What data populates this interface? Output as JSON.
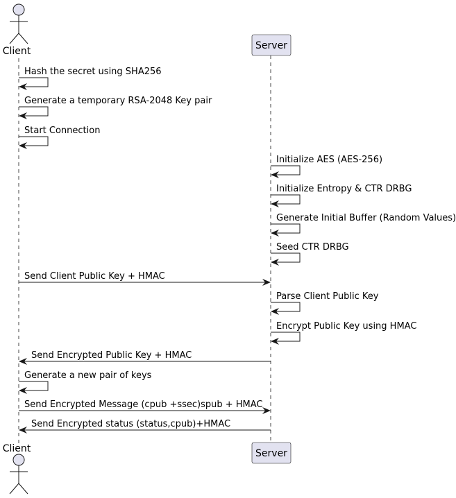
{
  "participants": {
    "client": {
      "label": "Client",
      "kind": "actor"
    },
    "server": {
      "label": "Server",
      "kind": "participant"
    }
  },
  "colors": {
    "participant_fill": "#E2E2F0",
    "participant_border": "#181818",
    "lifeline": "#181818",
    "arrow": "#181818",
    "text": "#000000"
  },
  "messages": [
    {
      "from": "client",
      "to": "client",
      "label": "Hash the secret using SHA256"
    },
    {
      "from": "client",
      "to": "client",
      "label": "Generate a temporary RSA-2048 Key pair"
    },
    {
      "from": "client",
      "to": "client",
      "label": "Start Connection"
    },
    {
      "from": "server",
      "to": "server",
      "label": "Initialize AES (AES-256)"
    },
    {
      "from": "server",
      "to": "server",
      "label": "Initialize Entropy & CTR DRBG"
    },
    {
      "from": "server",
      "to": "server",
      "label": "Generate Initial Buffer (Random Values)"
    },
    {
      "from": "server",
      "to": "server",
      "label": "Seed CTR DRBG"
    },
    {
      "from": "client",
      "to": "server",
      "label": "Send Client Public Key + HMAC"
    },
    {
      "from": "server",
      "to": "server",
      "label": "Parse Client Public Key"
    },
    {
      "from": "server",
      "to": "server",
      "label": "Encrypt Public Key using HMAC"
    },
    {
      "from": "server",
      "to": "client",
      "label": "Send Encrypted Public Key + HMAC"
    },
    {
      "from": "client",
      "to": "client",
      "label": "Generate a new pair of keys"
    },
    {
      "from": "client",
      "to": "server",
      "label": "Send Encrypted Message (cpub +ssec)spub + HMAC"
    },
    {
      "from": "server",
      "to": "client",
      "label": "Send Encrypted status (status,cpub)+HMAC"
    }
  ]
}
